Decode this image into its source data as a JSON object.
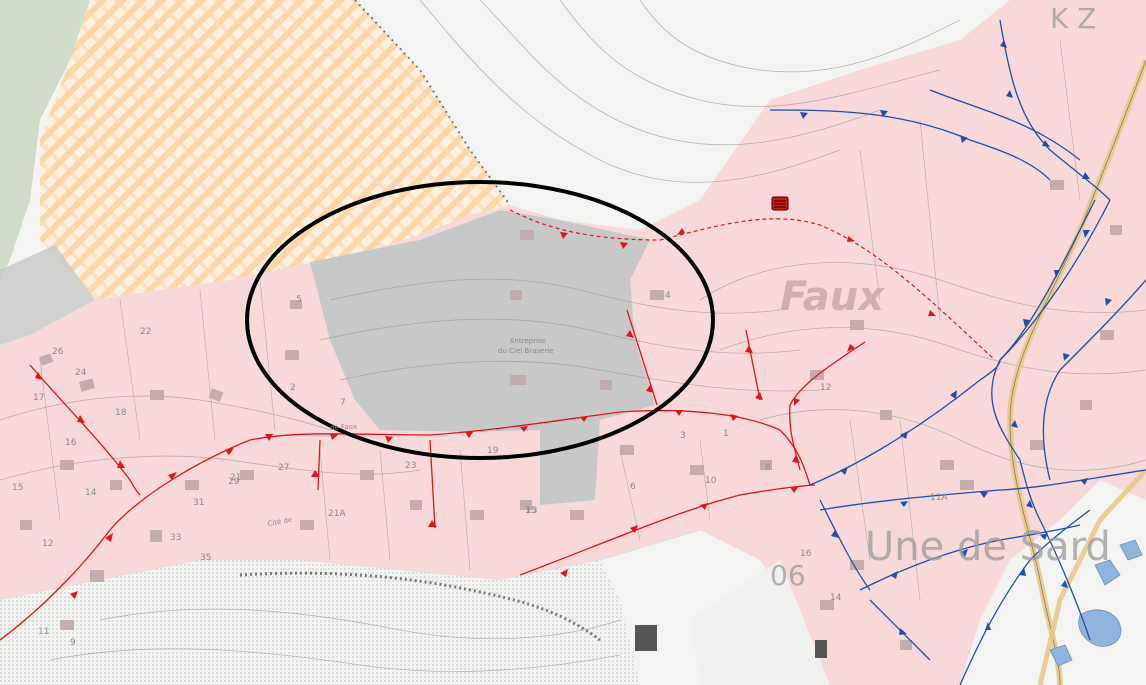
{
  "map": {
    "locality_label": "Faux",
    "place_label": "Une de Sard",
    "place_label_2": "06",
    "corner_label": "K Z",
    "street_label_1": "Cité de",
    "street_label_2": "de Faux",
    "site_label": "Entreprise",
    "site_label_2": "du Ciel Braserie",
    "colors": {
      "background": "#f4f4f2",
      "zone_pink": "#f8d8d9",
      "zone_orange_hatch": "#fbd9b0",
      "zone_green": "#cfdcc8",
      "zone_grey": "#c8c8c8",
      "red_network": "#e0151b",
      "blue_network": "#1f4fa8",
      "highlight_ellipse": "#000000",
      "marker": "#d81717"
    },
    "house_numbers": [
      "22",
      "24",
      "26",
      "17",
      "18",
      "16",
      "15",
      "14",
      "31",
      "21",
      "12",
      "9",
      "11",
      "7",
      "5",
      "2",
      "4",
      "6",
      "8",
      "10",
      "1",
      "3",
      "19",
      "23",
      "27",
      "29",
      "33",
      "35",
      "21A",
      "13",
      "11A",
      "12",
      "14",
      "15",
      "16"
    ]
  }
}
